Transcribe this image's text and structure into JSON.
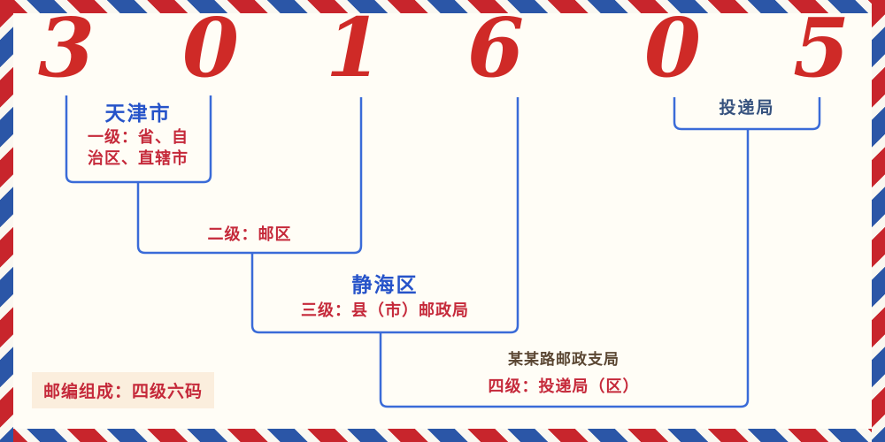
{
  "postal_code": {
    "full": "301605",
    "digits": [
      "3",
      "0",
      "1",
      "6",
      "0",
      "5"
    ]
  },
  "labels": {
    "level1_region": "天津市",
    "level1_desc": [
      "一级：省、自",
      "治区、直辖市"
    ],
    "level2_desc": "二级：邮区",
    "level3_region": "静海区",
    "level3_desc": "三级：县（市）邮政局",
    "level4_office": "某某路邮政支局",
    "level4_desc": "四级：投递局（区）",
    "delivery_office": "投递局",
    "footer_note": "邮编组成：四级六码"
  },
  "colors": {
    "digit_red": "#cf2a27",
    "connector_blue": "#3a6bd8",
    "region_blue": "#2653c9",
    "label_red": "#c5293a",
    "delivery_navy": "#36527e",
    "office_brown": "#5a4632",
    "border_red": "#c8252c",
    "border_blue": "#2b56a7",
    "footer_bg": "#fbeedd",
    "background": "#fffdf6"
  }
}
